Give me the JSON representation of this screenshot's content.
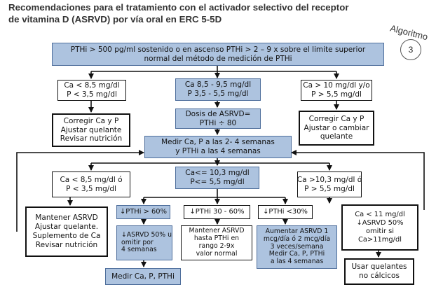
{
  "title": {
    "line1": "Recomendaciones para el tratamiento con el activador selectivo del receptor",
    "line2": "de vitamina D (ASRVD) por vía oral en ERC 5-5D"
  },
  "badge": {
    "label": "Algoritmo",
    "number": "3"
  },
  "nodes": {
    "top": {
      "line1": "PTHi > 500 pg/ml sostenido o en ascenso PTHi > 2 – 9 x sobre el limite superior",
      "line2": "normal del método de medición de PTHi"
    },
    "ca_low": {
      "line1": "Ca < 8,5 mg/dl",
      "line2": "P < 3,5 mg/dl"
    },
    "ca_mid": {
      "line1": "Ca 8,5 - 9,5 mg/dl",
      "line2": "P 3,5 - 5,5 mg/dl"
    },
    "ca_high": {
      "line1": "Ca > 10 mg/dl y/o",
      "line2": "P > 5,5 mg/dl"
    },
    "correct_left": {
      "line1": "Corregir Ca y P",
      "line2": "Ajustar quelante",
      "line3": "Revisar nutrición"
    },
    "dose": {
      "line1": "Dosis de ASRVD=",
      "line2": "PTHi ÷ 80"
    },
    "correct_right": {
      "line1": "Corregir Ca y P",
      "line2": "Ajustar o cambiar",
      "line3": "quelante"
    },
    "measure": {
      "line1": "Medir Ca, P a las 2- 4 semanas",
      "line2": "y PTHi a las 4 semanas"
    },
    "ca_low2": {
      "line1": "Ca < 8,5 mg/dl ó",
      "line2": "P < 3,5 mg/dl"
    },
    "ca_mid2": {
      "line1": "Ca<= 10,3 mg/dl",
      "line2": "P<= 5,5 mg/dl"
    },
    "ca_high2": {
      "line1": "Ca >10,3 mg/dl ó",
      "line2": "P > 5,5 mg/dl"
    },
    "maintain_left": {
      "line1": "Mantener ASRVD",
      "line2": "Ajustar quelante.",
      "line3": "Suplemento de Ca",
      "line4": "Revisar nutrición"
    },
    "pth_gt60": {
      "text": "↓PTHi > 60%"
    },
    "pth_30_60": {
      "text": "↓PTHi 30 - 60%"
    },
    "pth_lt30": {
      "text": "↓PTHi <30%"
    },
    "reduce50": {
      "line1": "↓ASRVD 50% u",
      "line2": "omitir por",
      "line3": "4 semanas"
    },
    "maintain_mid": {
      "line1": "Mantener ASRVD",
      "line2": "hasta PTHi en",
      "line3": "rango 2-9x",
      "line4": "valor normal"
    },
    "increase": {
      "line1": "Aumentar ASRVD 1",
      "line2": "mcg/día ó 2 mcg/día",
      "line3": "3 veces/semana",
      "line4": "Medir Ca, P, PTHi",
      "line5": "a las 4 semanas"
    },
    "ca_lt11": {
      "line1": "Ca < 11 mg/dl",
      "line2": "↓ASRVD 50%",
      "line3": "omitir si",
      "line4": "Ca>11mg/dl"
    },
    "measure_bottom": {
      "text": "Medir Ca, P, PTHi"
    },
    "non_calcium": {
      "line1": "Usar quelantes",
      "line2": "no cálcicos"
    }
  },
  "colors": {
    "box_fill": "#adc3df",
    "box_border": "#4f6f9c",
    "outline": "#111111"
  }
}
